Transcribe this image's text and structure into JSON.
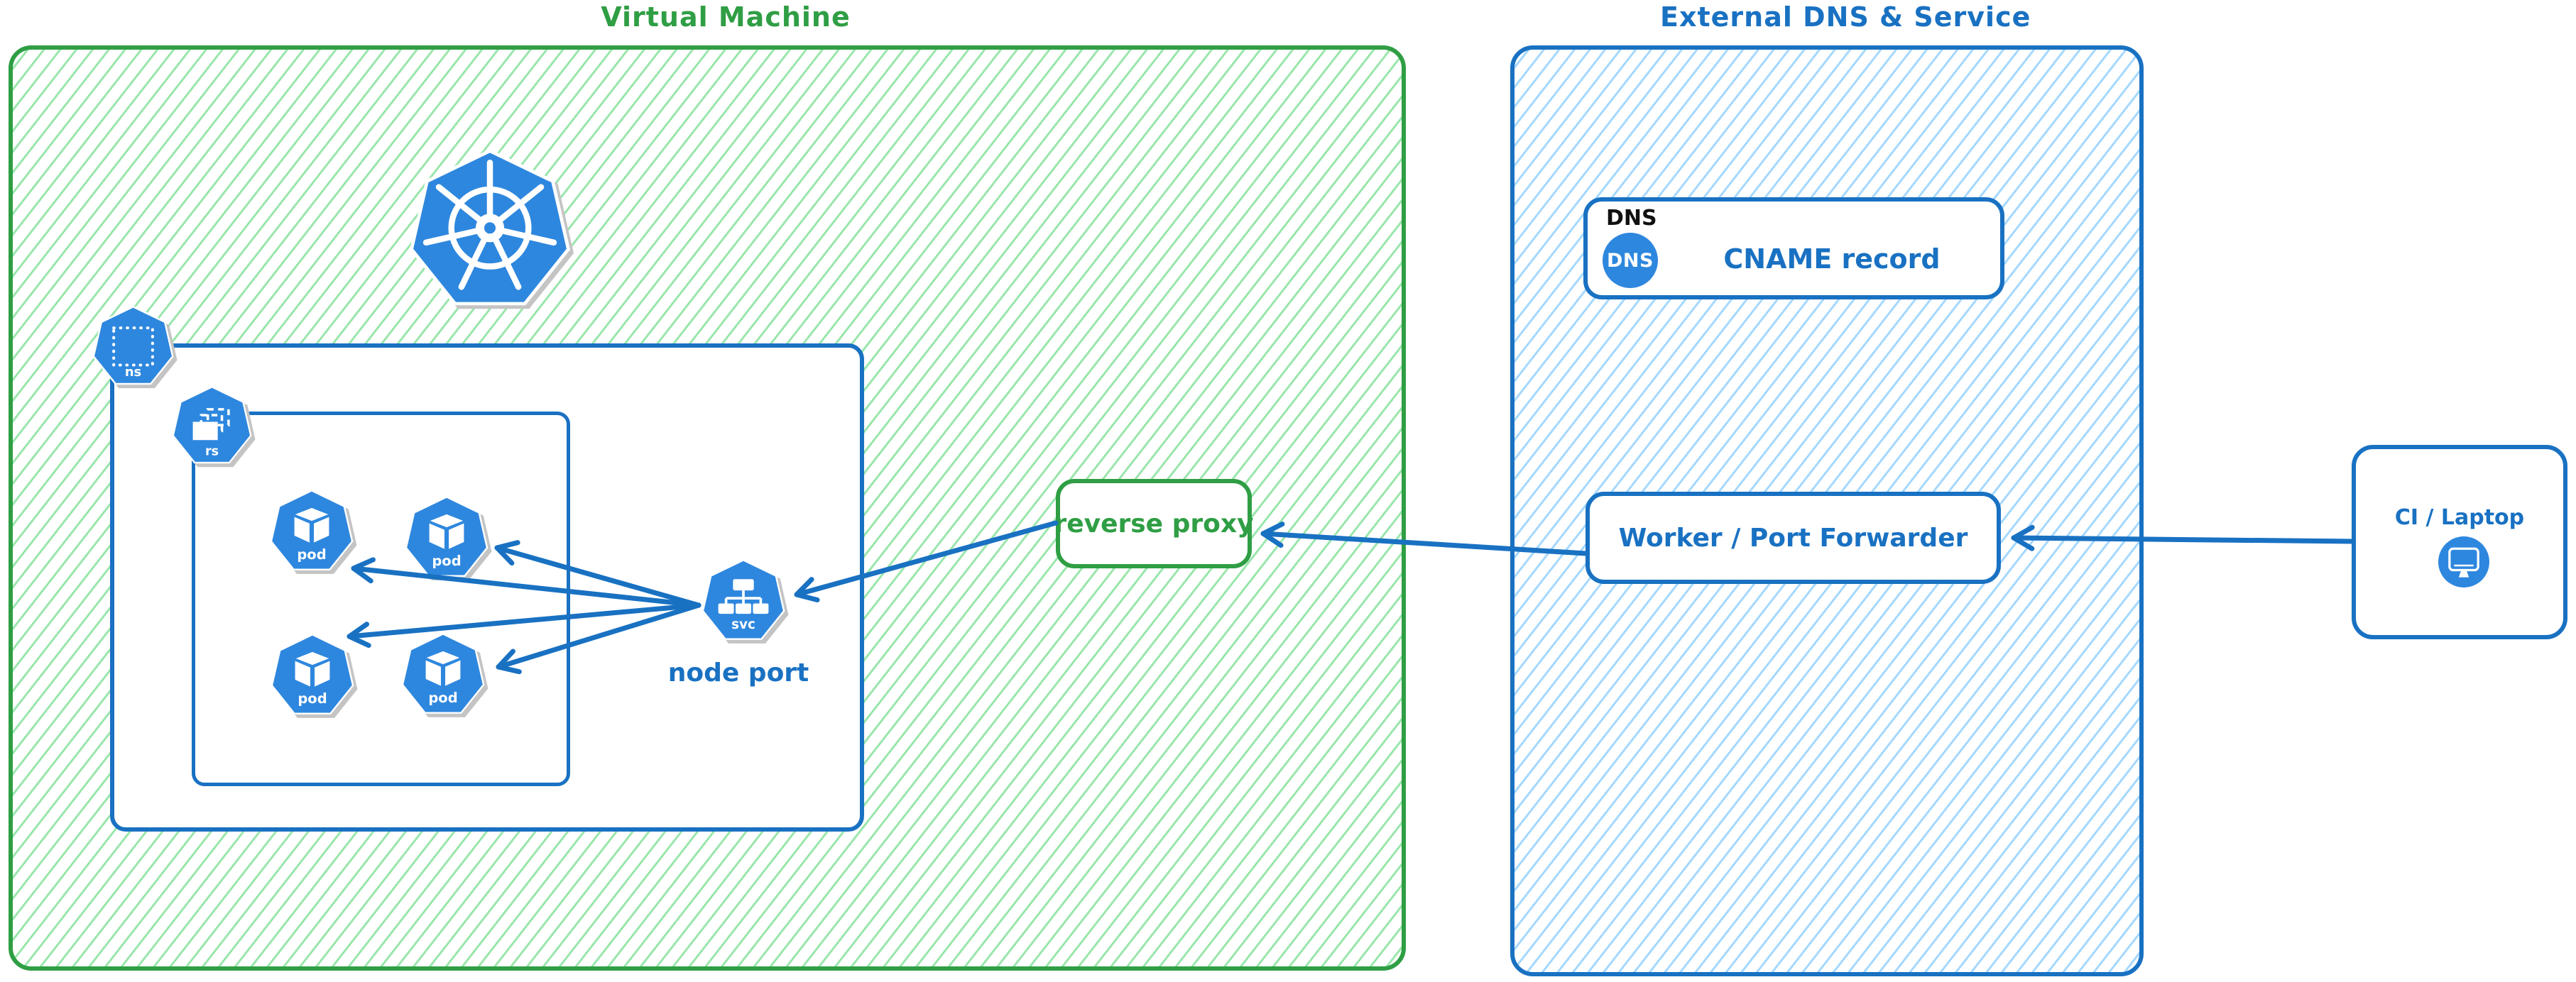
{
  "diagram": {
    "vm": {
      "title": "Virtual Machine"
    },
    "external": {
      "title": "External DNS & Service"
    },
    "nodes": {
      "kubernetes_logo": "kubernetes",
      "namespace_icon_label": "ns",
      "replicaset_icon_label": "rs",
      "pod_icon_label": "pod",
      "service_icon_label": "svc",
      "node_port_label": "node port",
      "reverse_proxy_label": "reverse proxy",
      "dns_header": "DNS",
      "dns_badge": "DNS",
      "cname_label": "CNAME record",
      "worker_label": "Worker / Port Forwarder",
      "ci_label": "CI / Laptop"
    },
    "edges": [
      {
        "from": "ci-laptop",
        "to": "worker-port-forwarder"
      },
      {
        "from": "worker-port-forwarder",
        "to": "reverse-proxy"
      },
      {
        "from": "reverse-proxy",
        "to": "node-port-service"
      },
      {
        "from": "node-port-service",
        "to": "pod-top-left"
      },
      {
        "from": "node-port-service",
        "to": "pod-top-right"
      },
      {
        "from": "node-port-service",
        "to": "pod-bottom-left"
      },
      {
        "from": "node-port-service",
        "to": "pod-bottom-right"
      }
    ],
    "colors": {
      "green_stroke": "#2f9e44",
      "green_hatch": "#9ae6ac",
      "blue_stroke": "#1971c2",
      "blue_hatch": "#a5d8ff",
      "icon_blue": "#2e87de",
      "text_black": "#111111",
      "icon_shadow": "#c4c4c4"
    }
  }
}
